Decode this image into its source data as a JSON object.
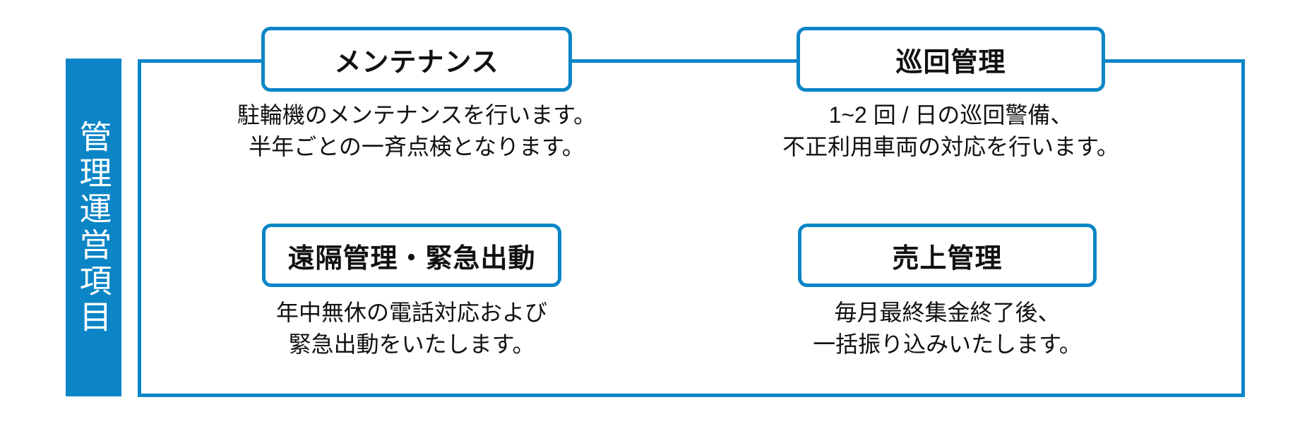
{
  "colors": {
    "accent": "#0b85c6",
    "ink": "#111111",
    "paper": "#ffffff",
    "bar_text": "#ffffff"
  },
  "banner": {
    "label": "管理運営項目"
  },
  "items": [
    {
      "id": "maintenance",
      "title": "メンテナンス",
      "lines": [
        "駐輪機のメンテナンスを行います。",
        "半年ごとの一斉点検となります。"
      ]
    },
    {
      "id": "patrol",
      "title": "巡回管理",
      "lines": [
        "1~2 回 / 日の巡回警備、",
        "不正利用車両の対応を行います。"
      ]
    },
    {
      "id": "remote-emergency",
      "title": "遠隔管理・緊急出動",
      "lines": [
        "年中無休の電話対応および",
        "緊急出動をいたします。"
      ]
    },
    {
      "id": "sales",
      "title": "売上管理",
      "lines": [
        "毎月最終集金終了後、",
        "一括振り込みいたします。"
      ]
    }
  ]
}
